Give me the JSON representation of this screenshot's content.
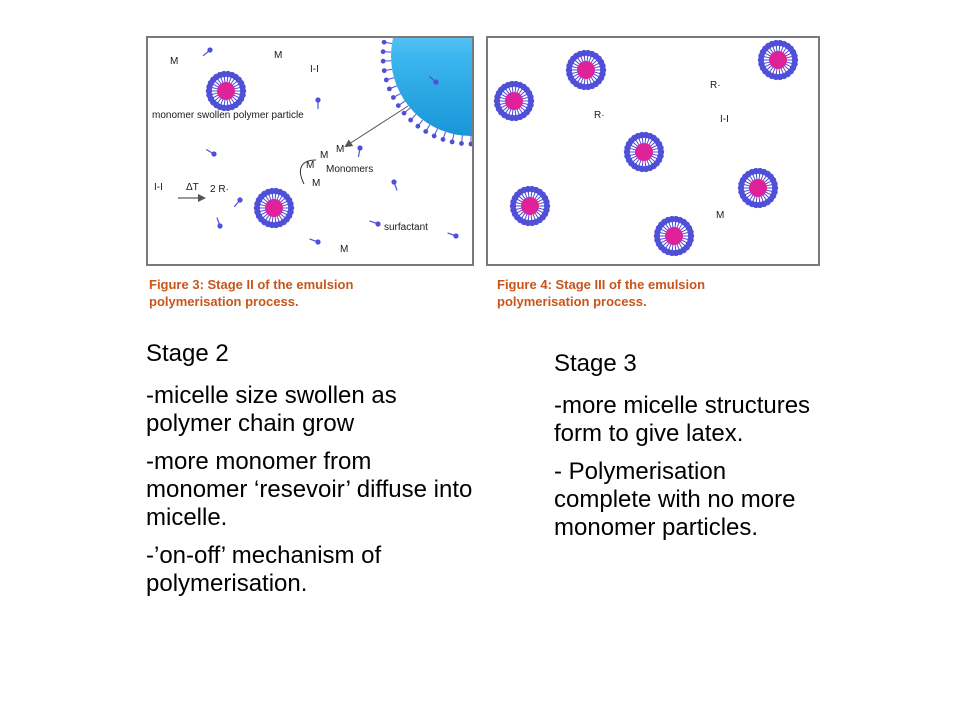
{
  "colors": {
    "frame": "#7a7a7a",
    "caption": "#c8551b",
    "micelle_core": "#e0229a",
    "micelle_ring": "#4f4fd8",
    "particle_top": "#a8e6fb",
    "particle_bottom": "#1a96d8",
    "text": "#000000"
  },
  "figure3": {
    "labels": {
      "m1": "M",
      "m2": "M",
      "ii_top": "I-I",
      "swollen_particle": "monomer swollen polymer particle",
      "m_cluster_a": "M",
      "m_cluster_b": "M",
      "m_cluster_c": "M",
      "monomers": "Monomers",
      "ii_left": "I-I",
      "delta_t": "ΔT",
      "two_r": "2 R·",
      "surfactant": "surfactant",
      "m_bottom": "M"
    },
    "caption_line1": "Figure 3: Stage II of the emulsion",
    "caption_line2": "polymerisation process."
  },
  "figure4": {
    "labels": {
      "r1": "R·",
      "r2": "R·",
      "ii": "I-I",
      "m": "M"
    },
    "caption_line1": "Figure 4: Stage III of the emulsion",
    "caption_line2": "polymerisation process."
  },
  "stage2": {
    "heading": "Stage 2",
    "points": [
      "-micelle size swollen as polymer chain grow",
      "-more monomer from monomer ‘resevoir’ diffuse into micelle.",
      "-’on-off’ mechanism of polymerisation."
    ]
  },
  "stage3": {
    "heading": "Stage 3",
    "points": [
      "-more micelle structures form to give latex.",
      "- Polymerisation complete with no more monomer particles."
    ]
  }
}
